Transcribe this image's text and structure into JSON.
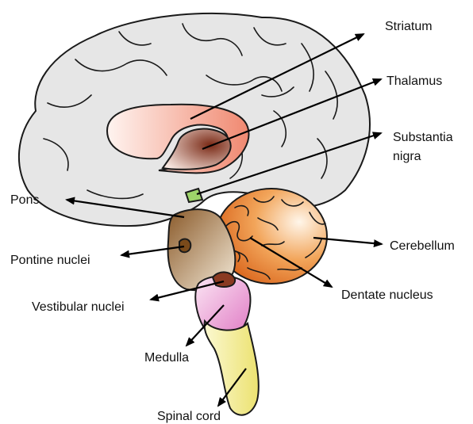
{
  "labels": {
    "striatum": "Striatum",
    "thalamus": "Thalamus",
    "substantia_nigra_1": "Substantia",
    "substantia_nigra_2": "nigra",
    "pons": "Pons",
    "cerebellum": "Cerebellum",
    "pontine_nuclei": "Pontine nuclei",
    "dentate_nucleus": "Dentate nucleus",
    "vestibular_nuclei": "Vestibular nuclei",
    "medulla": "Medulla",
    "spinal_cord": "Spinal cord"
  },
  "colors": {
    "cortex": "#e6e6e6",
    "striatum": "#f3a08c",
    "thalamus": "#8a3a22",
    "substantia_nigra": "#9ed46a",
    "pons": "#9a6a35",
    "cerebellum": "#e8782a",
    "medulla": "#e79ad0",
    "spinal_cord": "#f2ea7a"
  }
}
